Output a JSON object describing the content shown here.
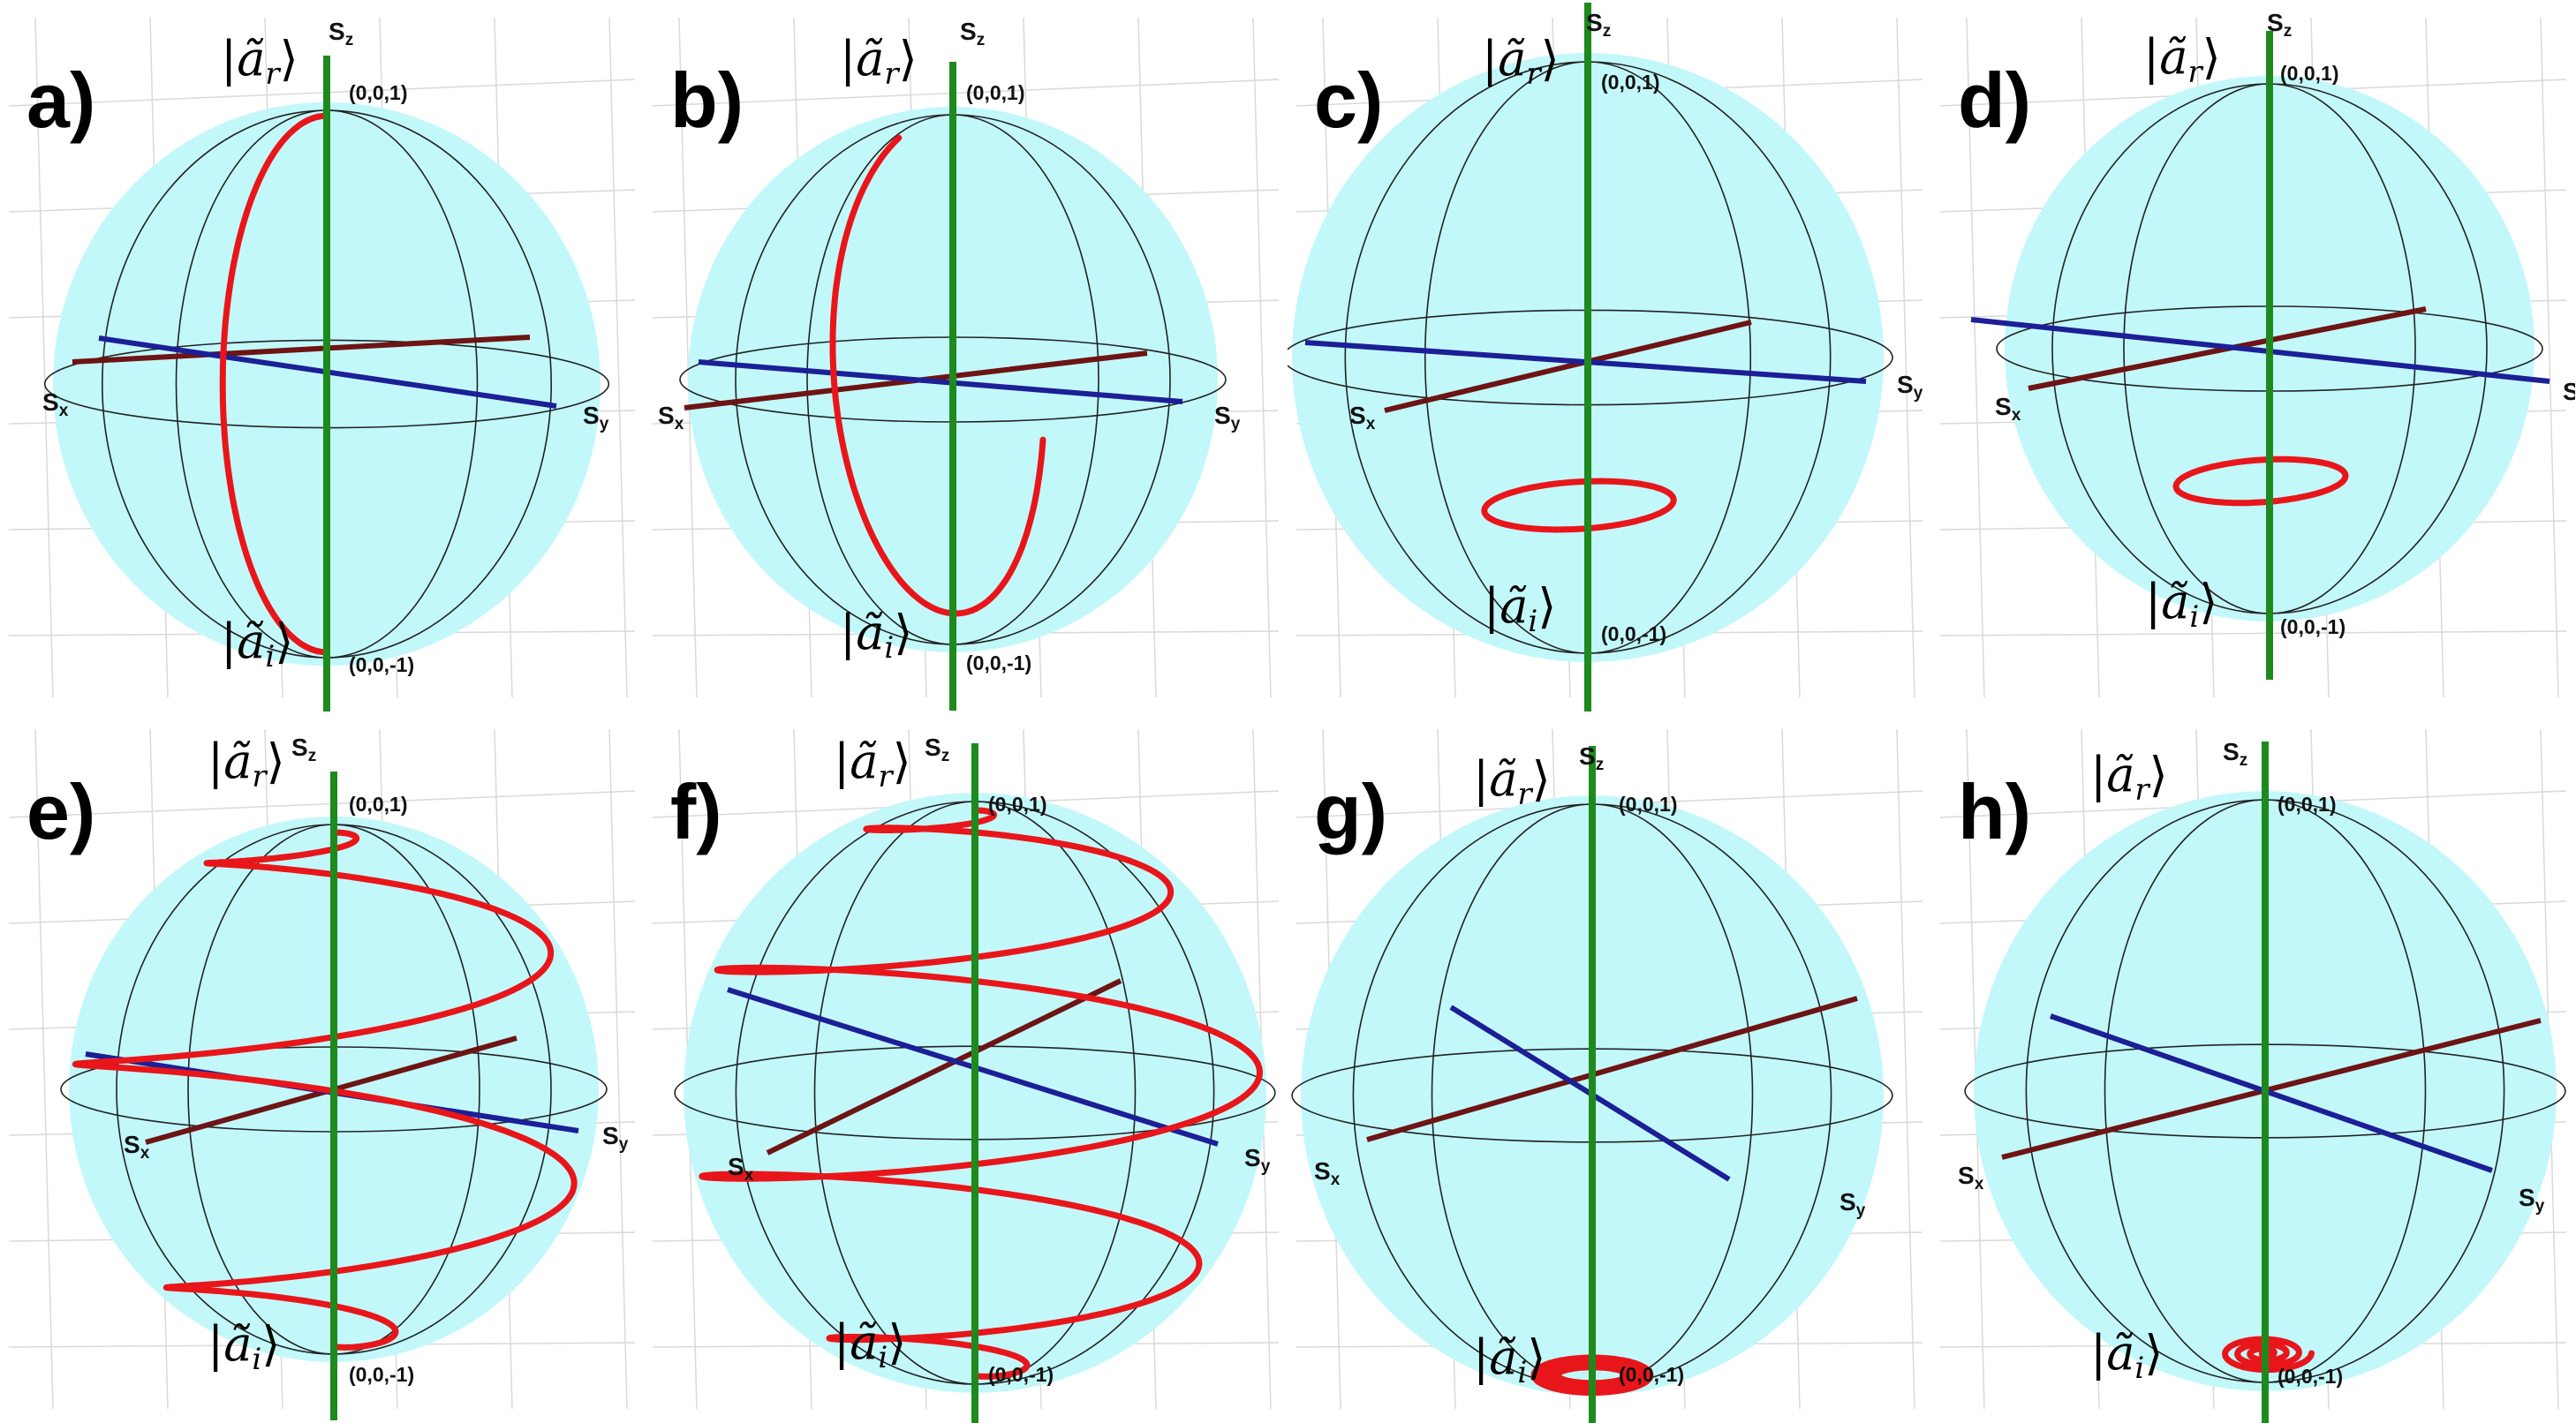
{
  "panels": [
    {
      "label": "a)",
      "north_state": "ã",
      "north_sub": "r",
      "south_state": "ã",
      "south_sub": "i",
      "north_coord": "(0,0,1)",
      "south_coord": "(0,0,-1)",
      "sx": "S",
      "sx_sub": "x",
      "sy": "S",
      "sy_sub": "y",
      "sz": "S",
      "sz_sub": "z",
      "trajectory": "meridian"
    },
    {
      "label": "b)",
      "north_state": "ã",
      "north_sub": "r",
      "south_state": "ã",
      "south_sub": "i",
      "north_coord": "(0,0,1)",
      "south_coord": "(0,0,-1)",
      "sx": "S",
      "sx_sub": "x",
      "sy": "S",
      "sy_sub": "y",
      "sz": "S",
      "sz_sub": "z",
      "trajectory": "partial-arc"
    },
    {
      "label": "c)",
      "north_state": "ã",
      "north_sub": "r",
      "south_state": "ã",
      "south_sub": "i",
      "north_coord": "(0,0,1)",
      "south_coord": "(0,0,-1)",
      "sx": "S",
      "sx_sub": "x",
      "sy": "S",
      "sy_sub": "y",
      "sz": "S",
      "sz_sub": "z",
      "trajectory": "small-loop"
    },
    {
      "label": "d)",
      "north_state": "ã",
      "north_sub": "r",
      "south_state": "ã",
      "south_sub": "i",
      "north_coord": "(0,0,1)",
      "south_coord": "(0,0,-1)",
      "sx": "S",
      "sx_sub": "x",
      "sy": "S",
      "sy_sub": "y",
      "sz": "S",
      "sz_sub": "z",
      "trajectory": "small-loop"
    },
    {
      "label": "e)",
      "north_state": "ã",
      "north_sub": "r",
      "south_state": "ã",
      "south_sub": "i",
      "north_coord": "(0,0,1)",
      "south_coord": "(0,0,-1)",
      "sx": "S",
      "sx_sub": "x",
      "sy": "S",
      "sy_sub": "y",
      "sz": "S",
      "sz_sub": "z",
      "trajectory": "spiral"
    },
    {
      "label": "f)",
      "north_state": "ã",
      "north_sub": "r",
      "south_state": "ã",
      "south_sub": "i",
      "north_coord": "(0,0,1)",
      "south_coord": "(0,0,-1)",
      "sx": "S",
      "sx_sub": "x",
      "sy": "S",
      "sy_sub": "y",
      "sz": "S",
      "sz_sub": "z",
      "trajectory": "spiral-dense"
    },
    {
      "label": "g)",
      "north_state": "ã",
      "north_sub": "r",
      "south_state": "ã",
      "south_sub": "i",
      "north_coord": "(0,0,1)",
      "south_coord": "(0,0,-1)",
      "sx": "S",
      "sx_sub": "x",
      "sy": "S",
      "sy_sub": "y",
      "sz": "S",
      "sz_sub": "z",
      "trajectory": "south-rings"
    },
    {
      "label": "h)",
      "north_state": "ã",
      "north_sub": "r",
      "south_state": "ã",
      "south_sub": "i",
      "north_coord": "(0,0,1)",
      "south_coord": "(0,0,-1)",
      "sx": "S",
      "sx_sub": "x",
      "sy": "S",
      "sy_sub": "y",
      "sz": "S",
      "sz_sub": "z",
      "trajectory": "south-spiral"
    }
  ],
  "colors": {
    "sphere_fill": "#c2f8fa",
    "sz_axis": "#1e8a1e",
    "sx_axis": "#6e1414",
    "sy_axis": "#1c1f96",
    "trajectory": "#e8161a",
    "wire": "#222222",
    "grid": "#d9d9d9"
  }
}
